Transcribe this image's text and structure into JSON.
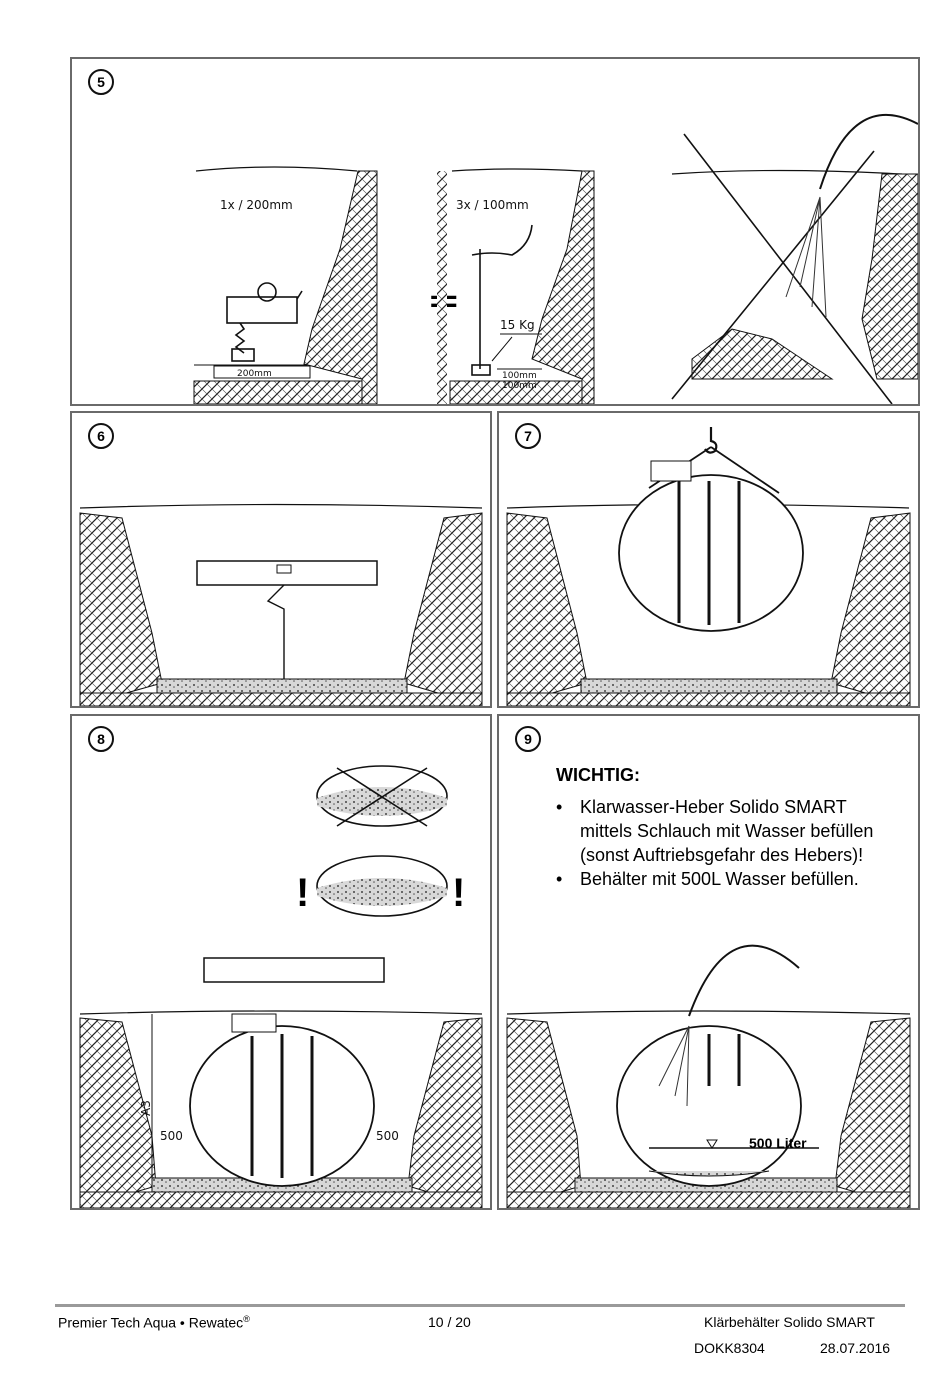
{
  "panels": {
    "p5": {
      "number": "5",
      "label_left": "1x / 200mm",
      "label_left_depth": "200mm",
      "equals": "=",
      "label_right": "3x / 100mm",
      "weight": "15 Kg",
      "depth_1": "100mm",
      "depth_2": "100mm"
    },
    "p6": {
      "number": "6"
    },
    "p7": {
      "number": "7"
    },
    "p8": {
      "number": "8",
      "dim_height": "A3",
      "dim_left": "500",
      "dim_right": "500",
      "warn_left": "!",
      "warn_right": "!"
    },
    "p9": {
      "number": "9",
      "title": "WICHTIG:",
      "bullets": [
        "Klarwasser-Heber Solido SMART mittels Schlauch mit Wasser befüllen (sonst Auftriebsgefahr des Hebers)!",
        "Behälter mit 500L Wasser befüllen."
      ],
      "water_label": "500 Liter"
    }
  },
  "footer": {
    "company": "Premier Tech Aqua • Rewatec",
    "registered": "®",
    "page": "10 / 20",
    "product": "Klärbehälter Solido SMART",
    "doc_id": "DOKK8304",
    "date": "28.07.2016"
  }
}
